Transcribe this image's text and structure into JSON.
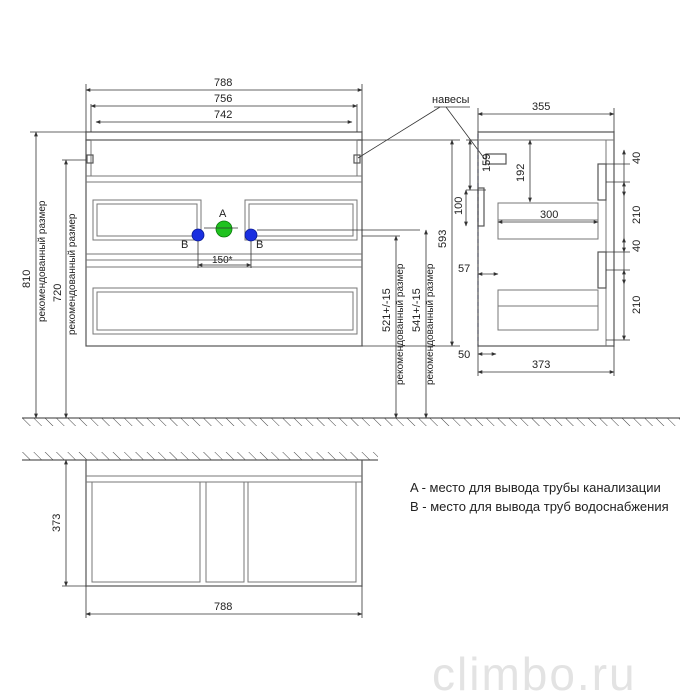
{
  "front": {
    "width_788": "788",
    "width_756": "756",
    "width_742": "742",
    "height_810": "810",
    "height_720": "720",
    "height_593": "593",
    "height_521": "521+/-15",
    "height_541": "541+/-15",
    "recommended": "рекомендованный размер",
    "hinges_label": "навесы",
    "label_a": "A",
    "label_b1": "B",
    "label_b2": "B",
    "dim_150": "150*"
  },
  "side": {
    "depth_355": "355",
    "depth_373": "373",
    "dim_159": "159",
    "dim_192": "192",
    "dim_100": "100",
    "dim_300": "300",
    "dim_57": "57",
    "dim_50": "50",
    "dim_40a": "40",
    "dim_210a": "210",
    "dim_40b": "40",
    "dim_210b": "210"
  },
  "top": {
    "depth_373": "373",
    "width_788": "788"
  },
  "legend": {
    "a": "A - место для вывода трубы канализации",
    "b": "B - место для вывода труб водоснабжения"
  },
  "watermark": "climbo.ru",
  "colors": {
    "sewer_pipe": "#1fc21f",
    "water_pipe": "#1a2fe0",
    "wall_line": "#6d73d8"
  }
}
